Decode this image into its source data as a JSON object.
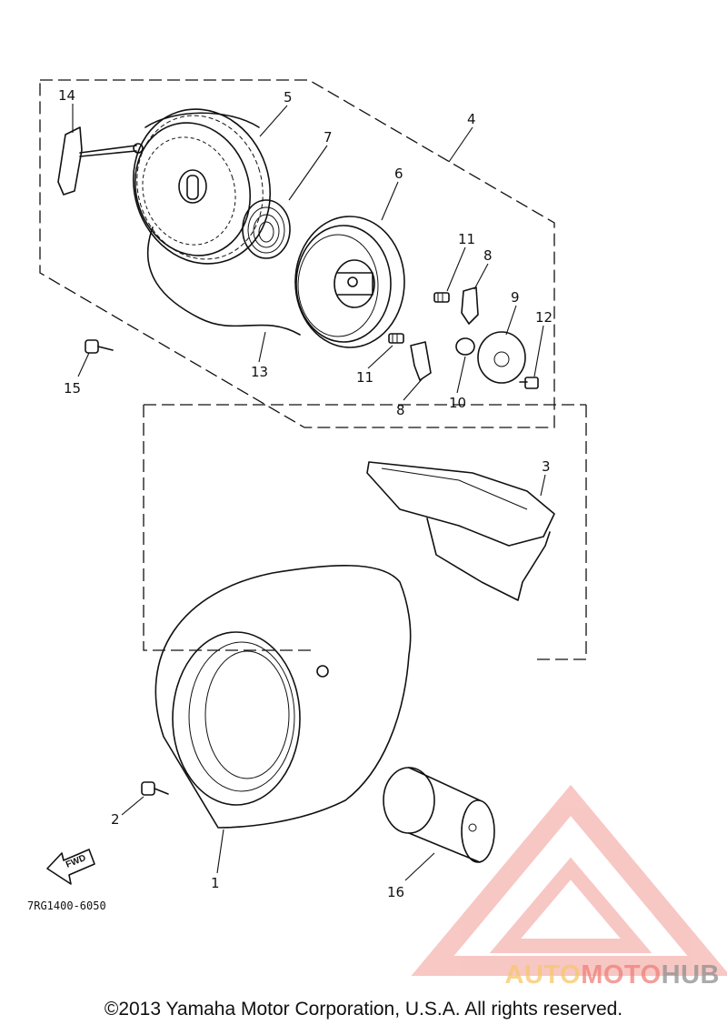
{
  "diagram": {
    "part_numbers": [
      "1",
      "2",
      "3",
      "4",
      "5",
      "6",
      "7",
      "8",
      "8",
      "9",
      "10",
      "11",
      "11",
      "12",
      "13",
      "14",
      "15",
      "16"
    ],
    "drawing_code": "7RG1400-6050",
    "fwd_label": "FWD"
  },
  "footer": {
    "copyright": "©2013 Yamaha Motor Corporation, U.S.A. All rights reserved."
  },
  "watermark": {
    "part_a": "AUTO",
    "part_b": "MOTO",
    "part_c": "HUB",
    "colors": {
      "triangle": "#f29a94",
      "auto": "#f6c76a",
      "moto": "#f07f79",
      "hub": "#8f8f8f"
    }
  }
}
